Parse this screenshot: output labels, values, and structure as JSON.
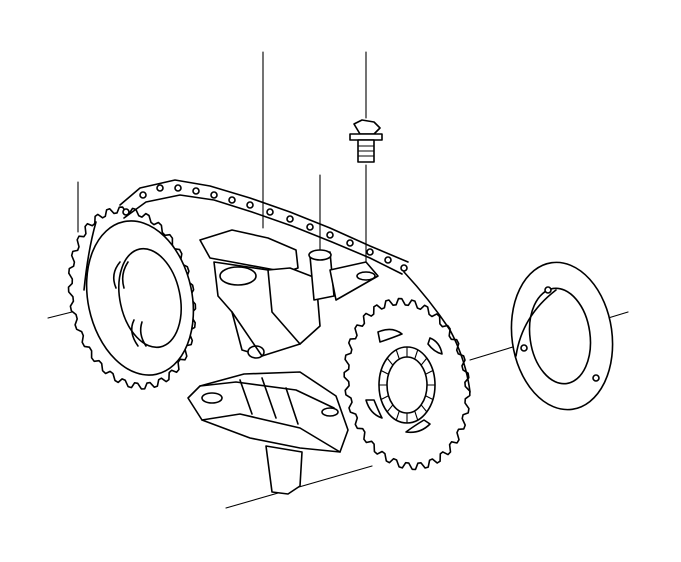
{
  "diagram": {
    "type": "exploded-parts-illustration",
    "background": "#ffffff",
    "line_color": "#000000",
    "parts": [
      {
        "name": "timing-chain"
      },
      {
        "name": "hex-flange-bolt"
      },
      {
        "name": "chain-tensioner-guide"
      },
      {
        "name": "lower-chain-guide-rail"
      },
      {
        "name": "camshaft-sprocket-left"
      },
      {
        "name": "camshaft-sprocket-right"
      },
      {
        "name": "sprocket-flange-plate"
      }
    ],
    "callout_lines": 4
  }
}
